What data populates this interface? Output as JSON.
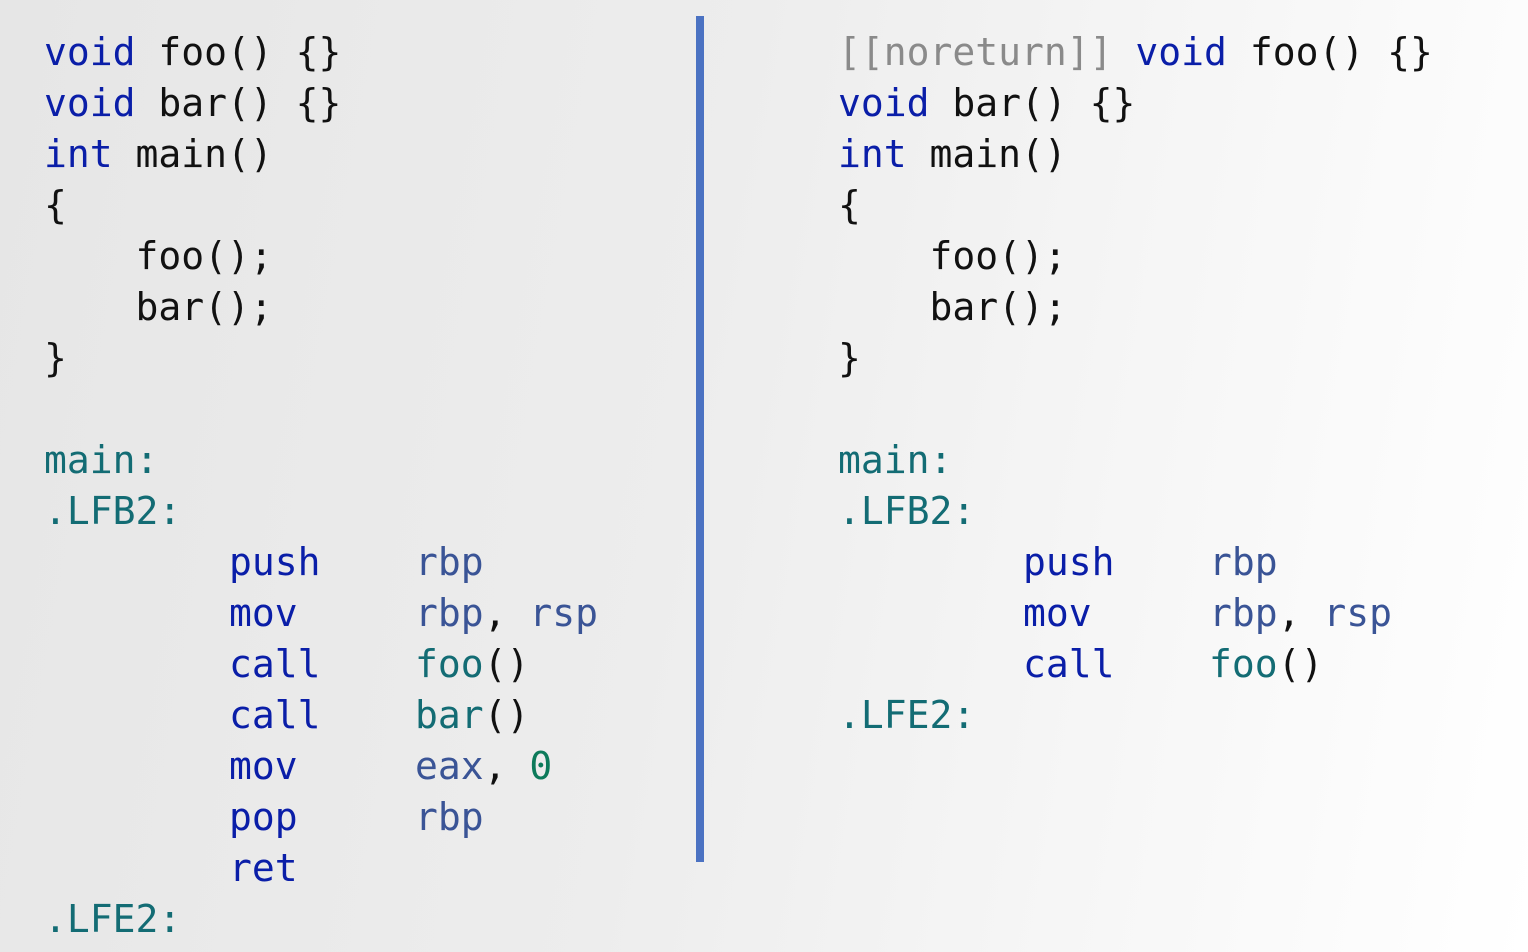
{
  "left": {
    "source": [
      {
        "kw": "void",
        "rest": " foo() {}"
      },
      {
        "kw": "void",
        "rest": " bar() {}"
      },
      {
        "kw": "int",
        "rest": " main()"
      },
      {
        "text": "{"
      },
      {
        "text": "    foo();"
      },
      {
        "text": "    bar();"
      },
      {
        "text": "}"
      }
    ],
    "asm_labels": [
      "main:",
      ".LFB2:",
      ".LFE2:"
    ],
    "asm": [
      {
        "op": "push",
        "args": [
          {
            "t": "rbp",
            "k": "reg"
          }
        ]
      },
      {
        "op": "mov",
        "args": [
          {
            "t": "rbp",
            "k": "reg"
          },
          {
            "t": ", ",
            "k": "plain"
          },
          {
            "t": "rsp",
            "k": "reg"
          }
        ]
      },
      {
        "op": "call",
        "args": [
          {
            "t": "foo",
            "k": "fn"
          },
          {
            "t": "()",
            "k": "plain"
          }
        ]
      },
      {
        "op": "call",
        "args": [
          {
            "t": "bar",
            "k": "fn"
          },
          {
            "t": "()",
            "k": "plain"
          }
        ]
      },
      {
        "op": "mov",
        "args": [
          {
            "t": "eax",
            "k": "reg"
          },
          {
            "t": ", ",
            "k": "plain"
          },
          {
            "t": "0",
            "k": "num"
          }
        ]
      },
      {
        "op": "pop",
        "args": [
          {
            "t": "rbp",
            "k": "reg"
          }
        ]
      },
      {
        "op": "ret",
        "args": []
      }
    ]
  },
  "right": {
    "source": [
      {
        "attr": "[[noreturn]]",
        "kw": " void",
        "rest": " foo() {}"
      },
      {
        "kw": "void",
        "rest": " bar() {}"
      },
      {
        "kw": "int",
        "rest": " main()"
      },
      {
        "text": "{"
      },
      {
        "text": "    foo();"
      },
      {
        "text": "    bar();"
      },
      {
        "text": "}"
      }
    ],
    "asm_labels": [
      "main:",
      ".LFB2:",
      ".LFE2:"
    ],
    "asm": [
      {
        "op": "push",
        "args": [
          {
            "t": "rbp",
            "k": "reg"
          }
        ]
      },
      {
        "op": "mov",
        "args": [
          {
            "t": "rbp",
            "k": "reg"
          },
          {
            "t": ", ",
            "k": "plain"
          },
          {
            "t": "rsp",
            "k": "reg"
          }
        ]
      },
      {
        "op": "call",
        "args": [
          {
            "t": "foo",
            "k": "fn"
          },
          {
            "t": "()",
            "k": "plain"
          }
        ]
      }
    ]
  },
  "colors": {
    "keyword": "#0a1ea8",
    "attribute": "#8a8a8a",
    "label": "#136c74",
    "register": "#3a5496",
    "function": "#136c74",
    "number": "#0c7a5a",
    "divider": "#4b72c2"
  }
}
